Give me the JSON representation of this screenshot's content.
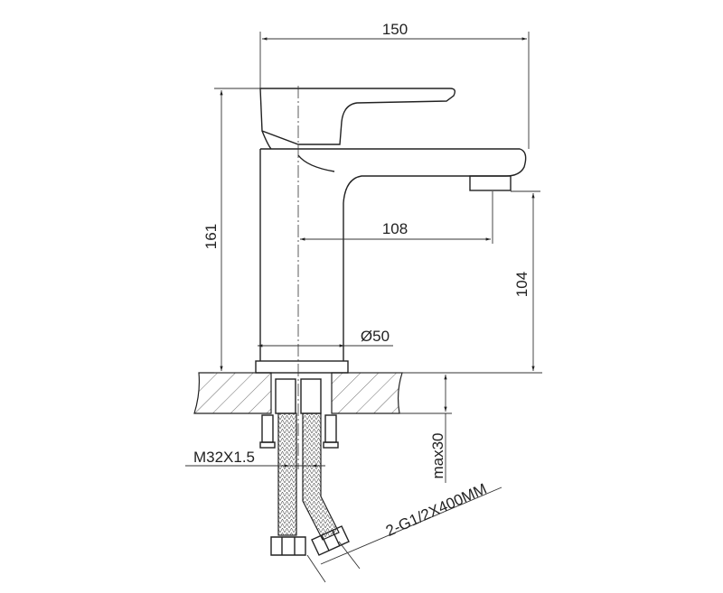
{
  "drawing": {
    "dimensions": {
      "overall_width": "150",
      "overall_height": "161",
      "spout_reach": "108",
      "spout_height": "104",
      "base_diameter": "Ø50",
      "thread": "M32X1.5",
      "max_counter_thickness": "max30",
      "hoses": "2-G1/2X400MM"
    }
  }
}
